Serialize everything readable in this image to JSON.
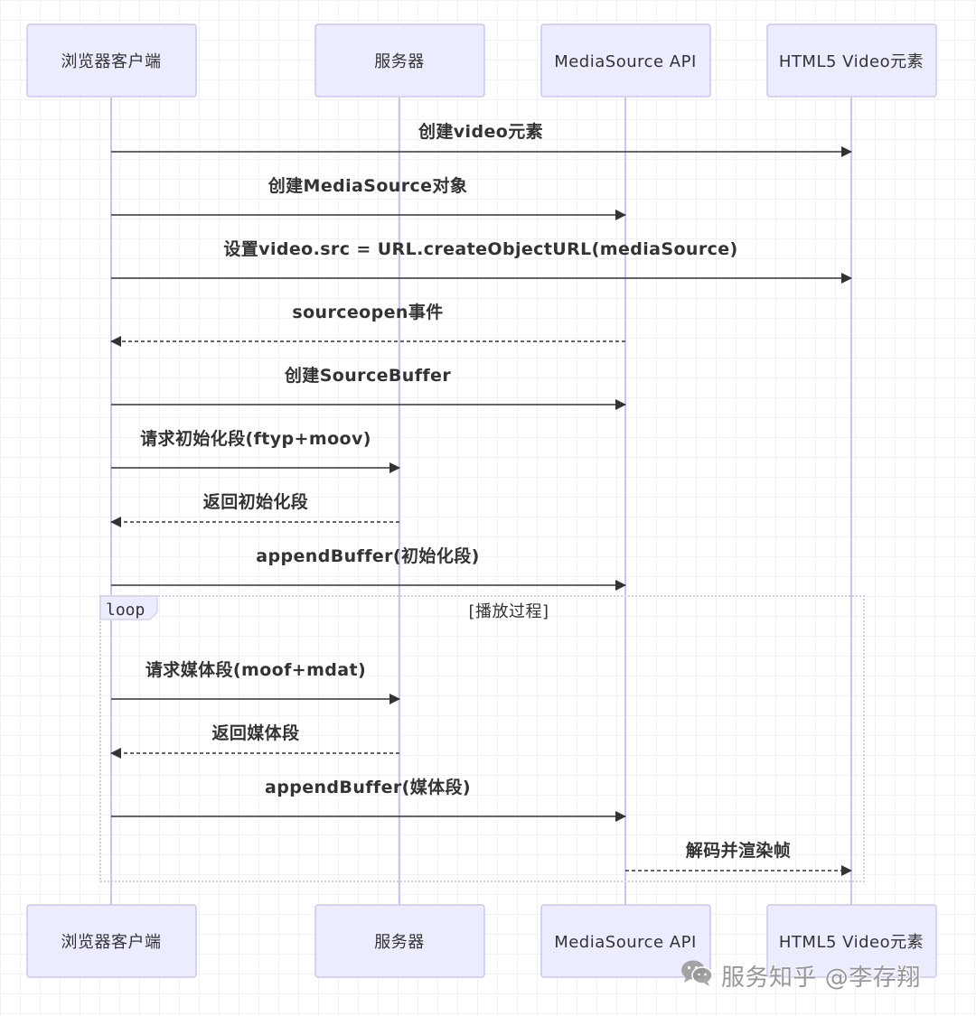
{
  "actors": [
    {
      "id": "browser",
      "label": "浏览器客户端"
    },
    {
      "id": "server",
      "label": "服务器"
    },
    {
      "id": "mse",
      "label": "MediaSource API"
    },
    {
      "id": "video",
      "label": "HTML5 Video元素"
    }
  ],
  "messages": [
    {
      "from": "browser",
      "to": "video",
      "label": "创建video元素",
      "dashed": false
    },
    {
      "from": "browser",
      "to": "mse",
      "label": "创建MediaSource对象",
      "dashed": false
    },
    {
      "from": "browser",
      "to": "video",
      "label": "设置video.src = URL.createObjectURL(mediaSource)",
      "dashed": false
    },
    {
      "from": "mse",
      "to": "browser",
      "label": "sourceopen事件",
      "dashed": true
    },
    {
      "from": "browser",
      "to": "mse",
      "label": "创建SourceBuffer",
      "dashed": false
    },
    {
      "from": "browser",
      "to": "server",
      "label": "请求初始化段(ftyp+moov)",
      "dashed": false
    },
    {
      "from": "server",
      "to": "browser",
      "label": "返回初始化段",
      "dashed": true
    },
    {
      "from": "browser",
      "to": "mse",
      "label": "appendBuffer(初始化段)",
      "dashed": false
    },
    {
      "from": "browser",
      "to": "server",
      "label": "请求媒体段(moof+mdat)",
      "dashed": false
    },
    {
      "from": "server",
      "to": "browser",
      "label": "返回媒体段",
      "dashed": true
    },
    {
      "from": "browser",
      "to": "mse",
      "label": "appendBuffer(媒体段)",
      "dashed": false
    },
    {
      "from": "mse",
      "to": "video",
      "label": "解码并渲染帧",
      "dashed": true
    }
  ],
  "loop": {
    "label": "loop",
    "condition": "[播放过程]"
  },
  "watermark": {
    "text": "服务知乎 @李存翔",
    "icon": "wechat-icon"
  }
}
